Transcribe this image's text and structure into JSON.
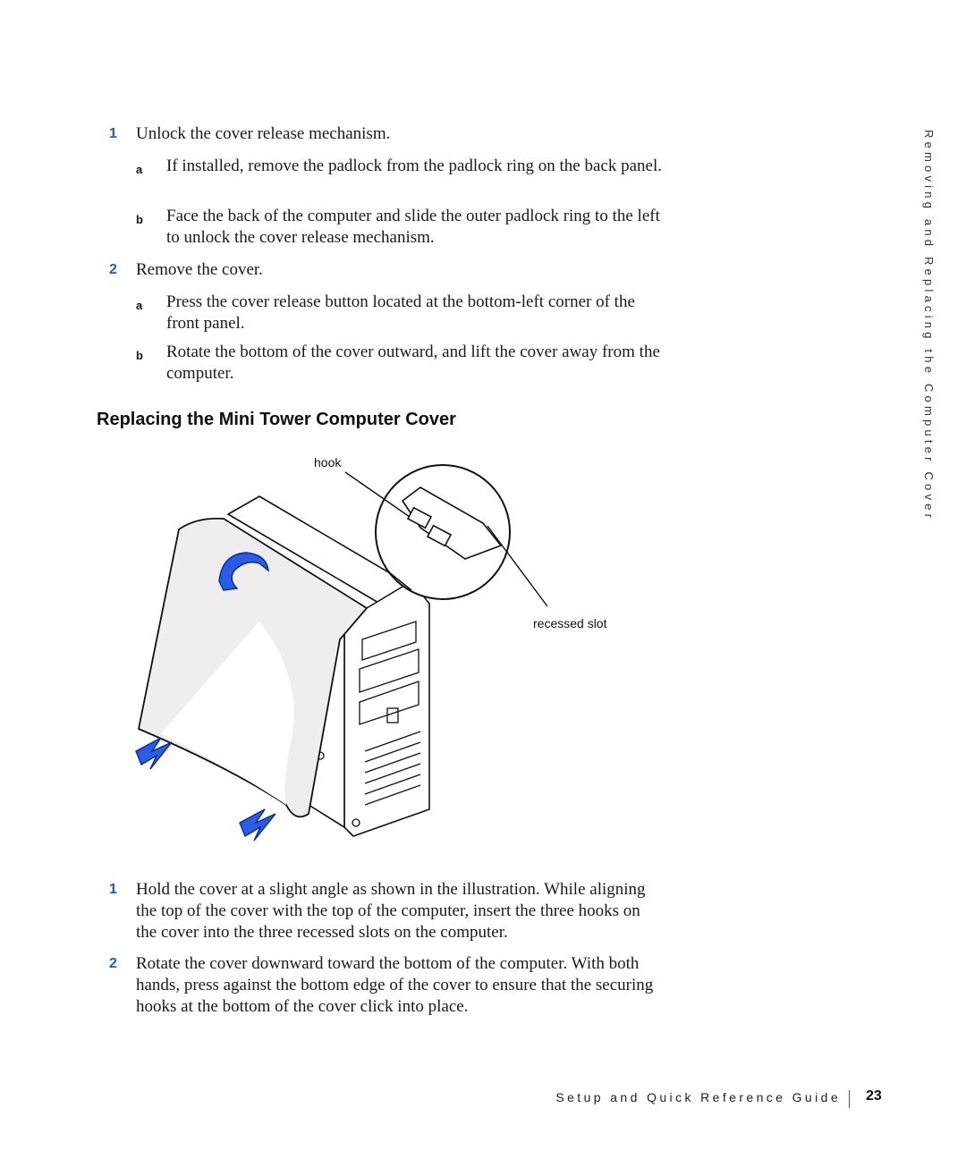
{
  "remove_steps": [
    {
      "num": "1",
      "text": "Unlock the cover release mechanism."
    },
    {
      "num": "2",
      "text": "Remove the cover."
    }
  ],
  "remove_substeps_1": [
    {
      "letter": "a",
      "text": "If installed, remove the padlock from the padlock ring on the back panel."
    },
    {
      "letter": "b",
      "text": "Face the back of the computer and slide the outer padlock ring to the left to unlock the cover release mechanism."
    }
  ],
  "remove_substeps_2": [
    {
      "letter": "a",
      "text": "Press the cover release button located at the bottom-left corner of the front panel."
    },
    {
      "letter": "b",
      "text": "Rotate the bottom of the cover outward, and lift the cover away from the computer."
    }
  ],
  "section_heading": "Replacing the Mini Tower Computer Cover",
  "illustration": {
    "label_hook": "hook",
    "label_slot": "recessed slot"
  },
  "replace_steps": [
    {
      "num": "1",
      "text": "Hold the cover at a slight angle as shown in the illustration. While aligning the top of the cover with the top of the computer, insert the three hooks on the cover into the three recessed slots on the computer."
    },
    {
      "num": "2",
      "text": "Rotate the cover downward toward the bottom of the computer. With both hands, press against the bottom edge of the cover to ensure that the securing hooks at the bottom of the cover click into place."
    }
  ],
  "side_tab": "Removing and Replacing the Computer Cover",
  "footer": {
    "guide_title": "Setup and Quick Reference Guide",
    "page_number": "23"
  },
  "colors": {
    "accent": "#1a5fb4",
    "arrow_blue": "#2b5ce6"
  }
}
